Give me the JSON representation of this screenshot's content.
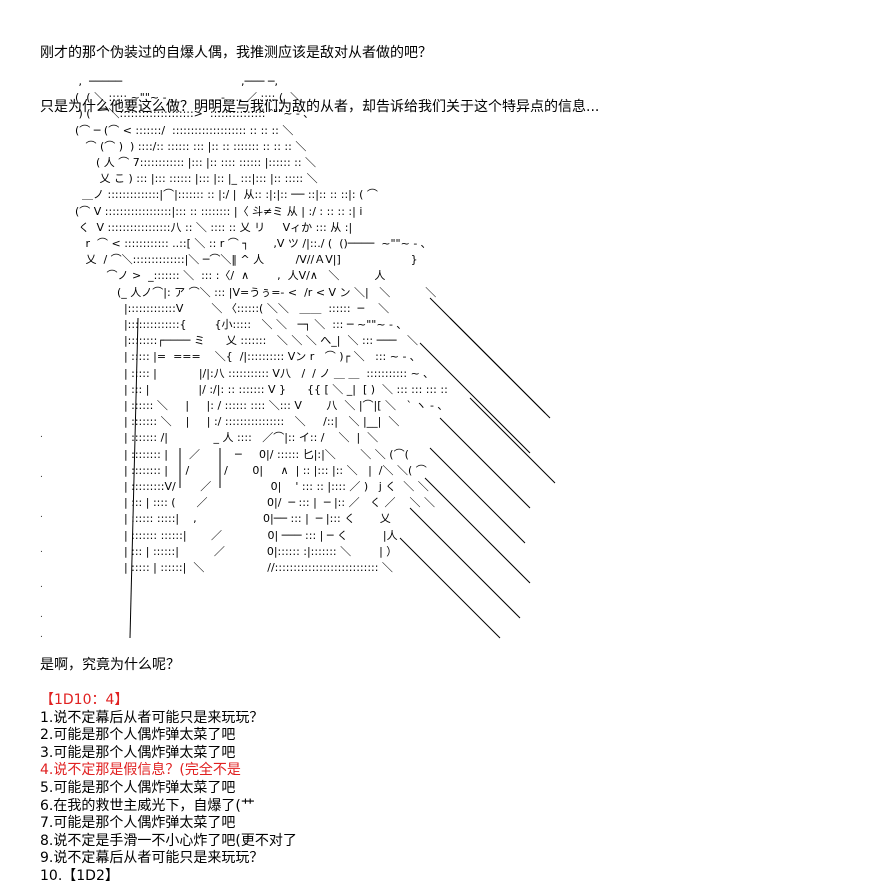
{
  "intro": {
    "line1": "刚才的那个伪装过的自爆人偶，我推测应该是敌对从者做的吧？",
    "line2": "只是为什么他要这么做？明明是与我们为敌的从者，却告诉给我们关于这个特异点的信息..."
  },
  "ascii_art": {
    "lines": [
      "   ,  ─────                                  ,─── ─,",
      "  (  ( ＼ ::::: ~\"\"~ - ､          ,..-..... ／ ::::.(  ＼",
      "   ) (  ⌒＼::::::::::::::::::::>  ::::::::::::::: ‶\"\"~ - ､",
      "  (⌒ ─ (⌒ < :::::::/  :::::::::::::::::::: :: :: :: ＼",
      "     ⌒ (⌒ )  ) ::::/:: :::::: ::: |:: :: ::::::: :: :: :: ＼",
      "        ( 人 ⌒ 7:::::::::::: |::: |:: :::: :::::: |:::::: :: ＼",
      "         乂 こ ) ::: |::: :::::: |::: |:: |_ :::|::: |:: ::::: ＼",
      "    ＿ノ ::::::::::::::|⌒|::::::: :: |:/ |  从:: :|:|:: ── ::|:: :: ::|: ( ⌒",
      "  (⌒ V ::::::::::::::::::|::: :: :::::::: |〈 斗≠ミ 从 | :/ : :: :: :| i",
      "   く  V :::::::::::::::::八 :: ＼ :::: :: 乂 リ     Vィか ::: 从 :|",
      "     r  ⌒ < :::::::::::: ..::[ ＼ :: r ⌒ ┐       ,V ツ /|::./ (  ()────  ~\"\"~ - ､",
      "     乂  / ⌒＼::::::::::::::|＼ ─⌒＼‖ ^ 人         /V//ＡV|]                    }",
      "           ⌒ノ >  _::::::: ＼  ::: :〈/  ∧        ,  人V/∧   ＼          人",
      "              (_ 人ノ⌒|: ア ⌒＼ ::: |V=うぅ=- <  /r < V ン ＼|   ＼          ＼",
      "                |:::::::::::::V        ＼ 〈::::::( ＼＼   ＿＿  ::::::  ─    ＼",
      "                |::::::::::::::{        {小:::::   ＼ ＼   ─┐ ＼  ::: ─ ~\"\"~ - ､",
      "                |::::::::┌──── ミ      乂 :::::::   ＼ ＼ ＼ へ_|  ＼ ::: ───   ＼",
      "                | ::::: |=  ===    ＼{  /|:::::::::: Vン r   ⌒ )┌ ＼   ::: ~ - ､",
      "                | ::::: |            |/|:八 ::::::::::: V八   /  / ノ ＿ ＿  ::::::::::: ~ ､",
      "                | ::: |              |/ :/|: :: ::::::: V }      {{ [ ＼ _|  [ )  ＼ ::: ::: ::: ::",
      "                | :::::: ＼     |     |: / :::::: :::: ＼::: V       八  ＼ |⌒|[ ＼   ` ヽ - ､",
      "                | ::::::: ＼    |     | :/ ::::::::::::::::   ＼     /::|   ＼ |__|  ＼",
      "                | ::::::: /|             _ 人 ::::   ／⌒|:: イ:: /    ＼  |  ＼",
      "                | :::::::: |      ／          ─     0|/ :::::: 匕|:|＼       ＼ ＼ (⌒(",
      "                | :::::::: |     /          /       0|     ∧  | :: |::: |:: ＼   |  /＼ ＼( ⌒",
      "                | :::::::::V/       ／                 0|    ' ::: :: |:::: ／ )   j く  ＼ ＼",
      "                | ::: | :::: (      ／                 0|/  ─ ::: |  ─ |:: ／   く ／    ＼ ＼",
      "                | :::::: :::::|    ,                   0|── ::: |  ─ |::: く       乂",
      "                | ::::::: ::::::|       ／             0| ─── ::: | ─ く          |人",
      "                | ::: | ::::::|          ／            0|:::::: :|::::::: ＼        | ）",
      "                | ::::: | ::::::|  ＼                  //:::::::::::::::::::::::::::: ＼"
    ]
  },
  "reply": "是啊，究竟为什么呢？",
  "dice": {
    "header": "【1D10：4】",
    "options": [
      "1.说不定幕后从者可能只是来玩玩？",
      "2.可能是那个人偶炸弹太菜了吧",
      "3.可能是那个人偶炸弹太菜了吧",
      "4.说不定那是假信息？(完全不是",
      "5.可能是那个人偶炸弹太菜了吧",
      "6.在我的救世主威光下，自爆了(艹",
      "7.可能是那个人偶炸弹太菜了吧",
      "8.说不定是手滑一不小心炸了吧(更不对了",
      "9.说不定幕后从者可能只是来玩玩？",
      "10.【1D2】"
    ],
    "highlight_color": "#e02020"
  },
  "edge_marks": [
    ".",
    ".",
    ".",
    ".",
    ".",
    ".",
    "."
  ]
}
